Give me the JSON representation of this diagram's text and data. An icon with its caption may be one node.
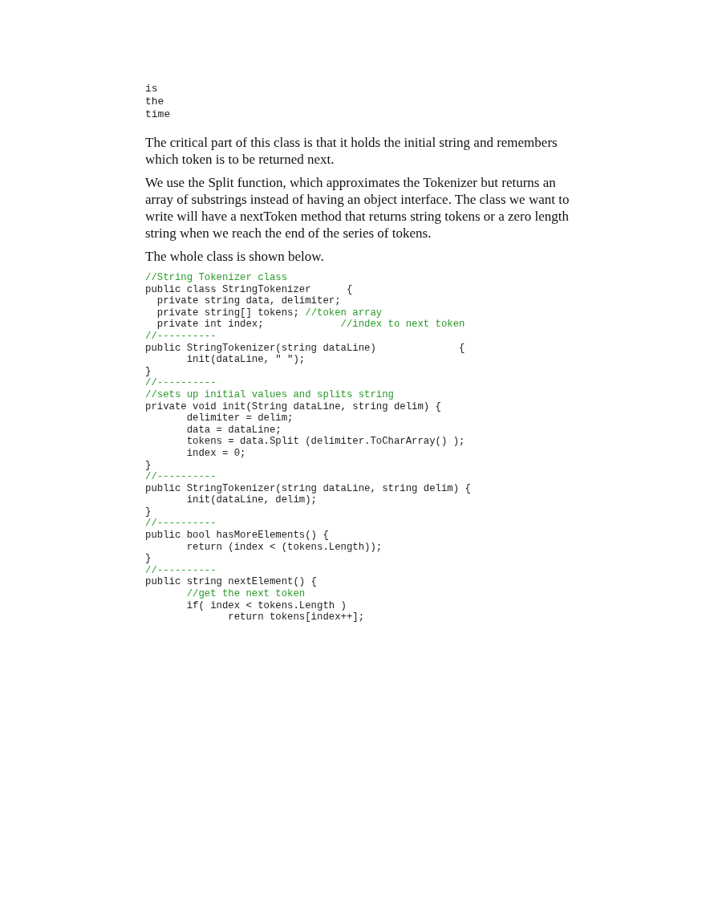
{
  "diagram": {
    "labels": [
      "is",
      "the",
      "time",
      "The critical part of this class is that it holds the initial string and remembers which token is to be returned next.",
      "We use the Split function, which approximates the Tokenizer but returns an array of substrings instead of having an object interface. The class we want to write will have a nextToken method that returns string tokens or a zero length string when we reach the end of the series of tokens.",
      "The whole class is shown below.",
      "//String Tokenizer class",
      "public class StringTokenizer      {",
      "  private string data, delimiter;",
      "  private string[] tokens; //token array",
      "  private int index;             //index to next token",
      "//----------",
      "public StringTokenizer(string dataLine)              {",
      "       init(dataLine, \" \");",
      "}",
      "//----------",
      "//sets up initial values and splits string",
      "private void init(String dataLine, string delim) {",
      "       delimiter = delim;",
      "       data = dataLine;",
      "       tokens = data.Split (delimiter.ToCharArray() );",
      "       index = 0;",
      "}",
      "//----------",
      "public StringTokenizer(string dataLine, string delim) {",
      "       init(dataLine, delim);",
      "}",
      "//----------",
      "public bool hasMoreElements() {",
      "       return (index < (tokens.Length));",
      "}",
      "//----------",
      "public string nextElement() {",
      "       //get the next token",
      "       if( index < tokens.Length )",
      "              return tokens[index++];"
    ]
  }
}
